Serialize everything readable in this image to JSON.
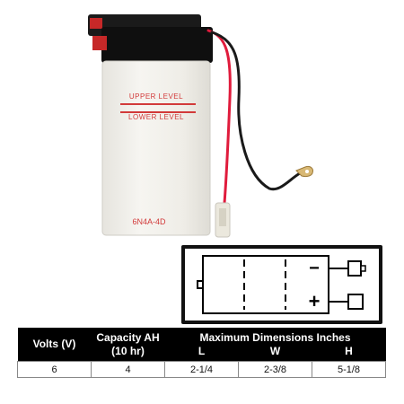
{
  "battery": {
    "upper_level_label": "UPPER LEVEL",
    "lower_level_label": "LOWER LEVEL",
    "model": "6N4A-4D"
  },
  "terminal_diagram": {
    "negative_symbol": "−",
    "positive_symbol": "+"
  },
  "spec_table": {
    "headers": {
      "volts": "Volts (V)",
      "capacity": "Capacity AH (10 hr)",
      "max_dims": "Maximum Dimensions Inches",
      "l": "L",
      "w": "W",
      "h": "H"
    },
    "row": {
      "volts": "6",
      "capacity": "4",
      "l": "2-1/4",
      "w": "2-3/8",
      "h": "5-1/8"
    }
  },
  "colors": {
    "case": "#f1efe9",
    "lid": "#111111",
    "level_text": "#d23a3a",
    "wire_red": "#e01b3c",
    "wire_black": "#1a1a1a",
    "header_bg": "#000000"
  }
}
